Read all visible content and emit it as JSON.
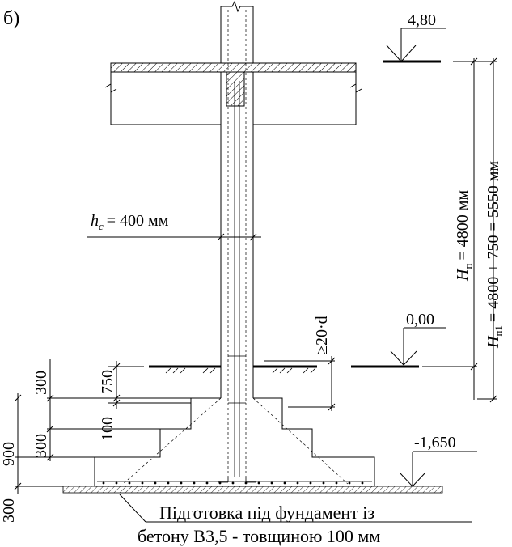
{
  "view_label": "б)",
  "elevations": {
    "top": "4,80",
    "ground": "0,00",
    "bottom": "-1,650"
  },
  "column_width": {
    "symbol": "h",
    "subscript": "c",
    "value": "= 400 мм"
  },
  "anchorage": "≥20·d",
  "heights": {
    "floor": {
      "symbol": "H",
      "subscript": "п",
      "value": "= 4800 мм"
    },
    "total": {
      "symbol": "H",
      "subscript": "п1",
      "value": "= 4800 + 750 = 5550 мм"
    }
  },
  "dimensions": {
    "d750": "750",
    "d300_top": "300",
    "d100": "100",
    "d300_mid": "300",
    "d900": "900",
    "d300_bottom": "300"
  },
  "note": {
    "line1": "Підготовка під фундамент із",
    "line2": "бетону В3,5 - товщиною 100 мм"
  },
  "colors": {
    "ink": "#000000",
    "background": "#ffffff"
  }
}
